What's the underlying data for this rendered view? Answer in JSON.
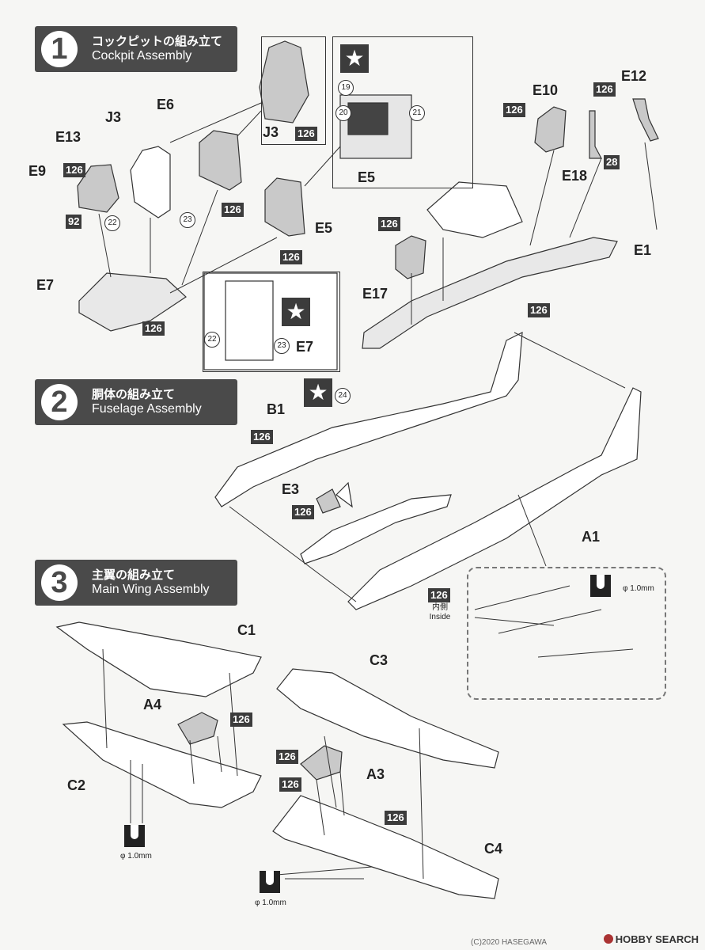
{
  "sections": [
    {
      "num": "1",
      "jp": "コックピットの組み立て",
      "en": "Cockpit Assembly"
    },
    {
      "num": "2",
      "jp": "胴体の組み立て",
      "en": "Fuselage Assembly"
    },
    {
      "num": "3",
      "jp": "主翼の組み立て",
      "en": "Main Wing Assembly"
    }
  ],
  "parts": {
    "J3": "J3",
    "E6": "E6",
    "E13": "E13",
    "E9": "E9",
    "E5": "E5",
    "E7": "E7",
    "E10": "E10",
    "E12": "E12",
    "E18": "E18",
    "E17": "E17",
    "E1": "E1",
    "B1": "B1",
    "E3": "E3",
    "A1": "A1",
    "C1": "C1",
    "C2": "C2",
    "C3": "C3",
    "C4": "C4",
    "A3": "A3",
    "A4": "A4"
  },
  "paint": {
    "p126": "126",
    "p92": "92",
    "p28": "28"
  },
  "decals": {
    "d19": "19",
    "d20": "20",
    "d21": "21",
    "d22": "22",
    "d23": "23",
    "d24": "24"
  },
  "drill": {
    "size": "φ 1.0mm"
  },
  "inside": {
    "jp": "内側",
    "en": "Inside"
  },
  "star": "★",
  "watermark": "HOBBY SEARCH",
  "copyright": "(C)2020 HASEGAWA"
}
